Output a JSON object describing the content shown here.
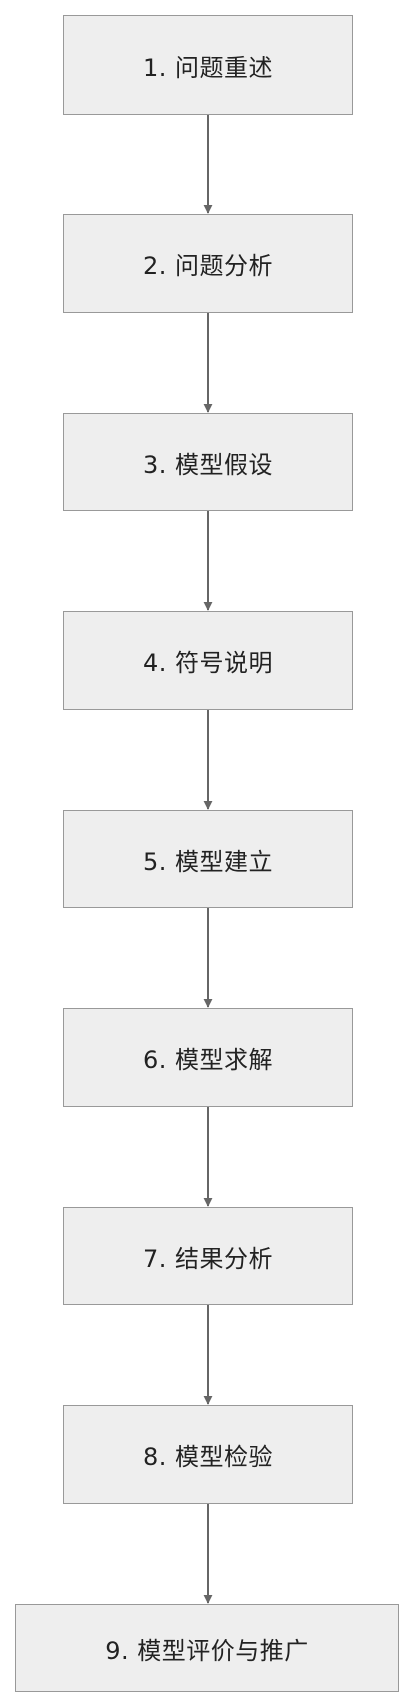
{
  "diagram": {
    "nodes": [
      {
        "id": "n1",
        "label": "1. 问题重述"
      },
      {
        "id": "n2",
        "label": "2. 问题分析"
      },
      {
        "id": "n3",
        "label": "3. 模型假设"
      },
      {
        "id": "n4",
        "label": "4. 符号说明"
      },
      {
        "id": "n5",
        "label": "5. 模型建立"
      },
      {
        "id": "n6",
        "label": "6. 模型求解"
      },
      {
        "id": "n7",
        "label": "7. 结果分析"
      },
      {
        "id": "n8",
        "label": "8. 模型检验"
      },
      {
        "id": "n9",
        "label": "9. 模型评价与推广"
      }
    ],
    "edges": [
      {
        "from": "n1",
        "to": "n2"
      },
      {
        "from": "n2",
        "to": "n3"
      },
      {
        "from": "n3",
        "to": "n4"
      },
      {
        "from": "n4",
        "to": "n5"
      },
      {
        "from": "n5",
        "to": "n6"
      },
      {
        "from": "n6",
        "to": "n7"
      },
      {
        "from": "n7",
        "to": "n8"
      },
      {
        "from": "n8",
        "to": "n9"
      }
    ],
    "colors": {
      "node_fill": "#eeeeee",
      "node_border": "#999999",
      "edge": "#666666",
      "text": "#222222"
    }
  }
}
